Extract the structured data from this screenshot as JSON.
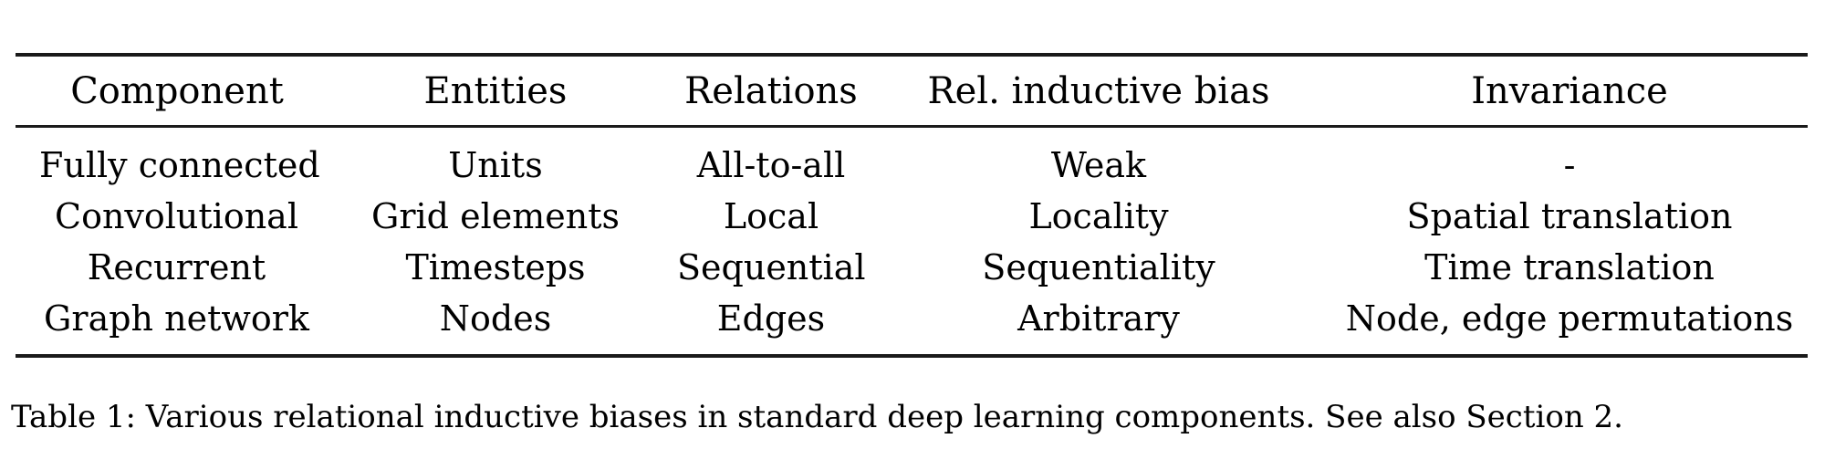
{
  "table": {
    "columns": [
      "Component",
      "Entities",
      "Relations",
      "Rel. inductive bias",
      "Invariance"
    ],
    "rows": [
      [
        "Fully connected",
        "Units",
        "All-to-all",
        "Weak",
        "-"
      ],
      [
        "Convolutional",
        "Grid elements",
        "Local",
        "Locality",
        "Spatial translation"
      ],
      [
        "Recurrent",
        "Timesteps",
        "Sequential",
        "Sequentiality",
        "Time translation"
      ],
      [
        "Graph network",
        "Nodes",
        "Edges",
        "Arbitrary",
        "Node, edge permutations"
      ]
    ]
  },
  "caption": "Table 1: Various relational inductive biases in standard deep learning components. See also Section 2.",
  "chart_data": {
    "type": "table",
    "title": "Table 1: Various relational inductive biases in standard deep learning components.",
    "columns": [
      "Component",
      "Entities",
      "Relations",
      "Rel. inductive bias",
      "Invariance"
    ],
    "rows": [
      [
        "Fully connected",
        "Units",
        "All-to-all",
        "Weak",
        "-"
      ],
      [
        "Convolutional",
        "Grid elements",
        "Local",
        "Locality",
        "Spatial translation"
      ],
      [
        "Recurrent",
        "Timesteps",
        "Sequential",
        "Sequentiality",
        "Time translation"
      ],
      [
        "Graph network",
        "Nodes",
        "Edges",
        "Arbitrary",
        "Node, edge permutations"
      ]
    ]
  },
  "colors": {
    "text": "#000000",
    "rule": "#1a1a1a",
    "background": "#ffffff"
  }
}
